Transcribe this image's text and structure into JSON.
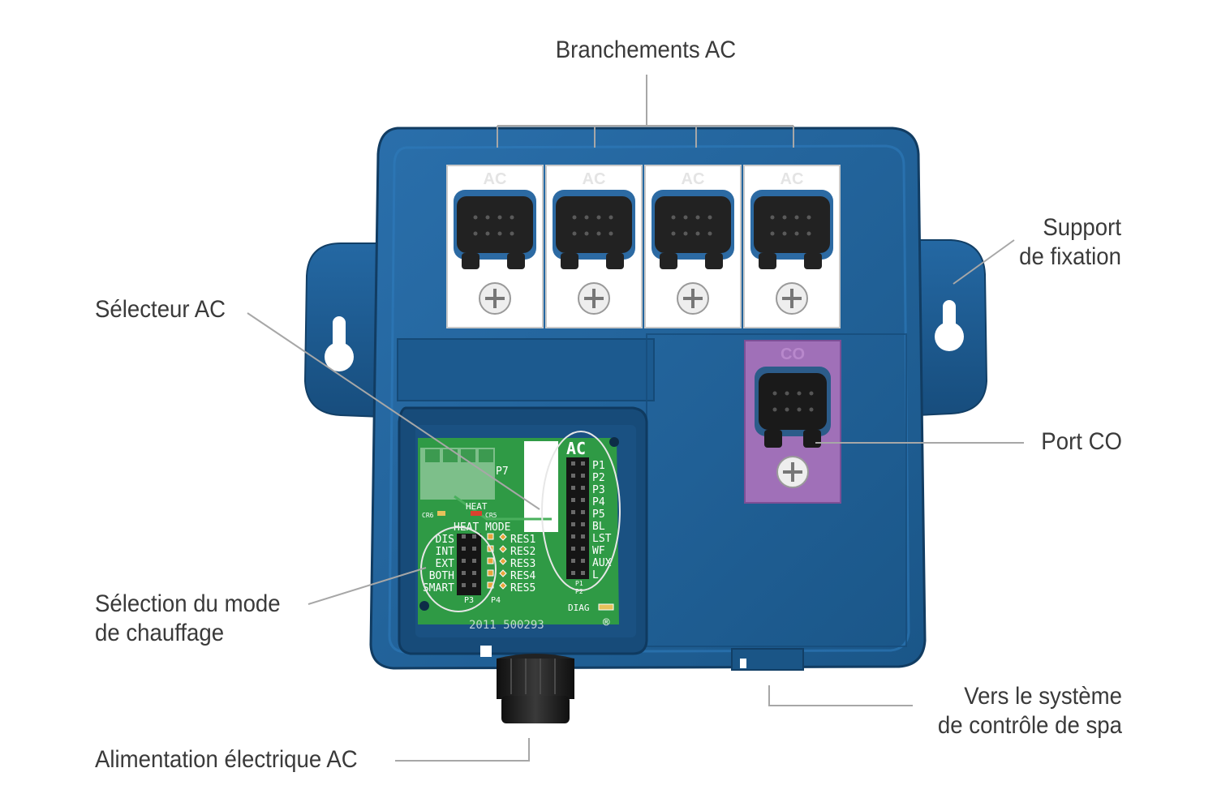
{
  "callouts": {
    "branchements_ac": "Branchements AC",
    "support_line1": "Support",
    "support_line2": "de fixation",
    "selecteur_ac": "Sélecteur AC",
    "port_co": "Port CO",
    "selection_line1": "Sélection du mode",
    "selection_line2": "de chauffage",
    "vers_line1": "Vers le système",
    "vers_line2": "de contrôle de spa",
    "alimentation": "Alimentation électrique AC"
  },
  "device": {
    "ac_port_label": "AC",
    "co_port_label": "CO",
    "pcb": {
      "connector_label": "P7",
      "ac_header_title": "AC",
      "ac_pins": [
        "P1",
        "P2",
        "P3",
        "P4",
        "P5",
        "BL",
        "LST",
        "WF",
        "AUX",
        "L"
      ],
      "ac_header_bottom_a": "P1",
      "ac_header_bottom_b": "P2",
      "led_cr6": "CR6",
      "led_cr5": "CR5",
      "heat_label": "HEAT",
      "heat_mode_title": "HEAT MODE",
      "heat_modes": [
        "DIS",
        "INT",
        "EXT",
        "BOTH",
        "SMART"
      ],
      "res_labels": [
        "RES1",
        "RES2",
        "RES3",
        "RES4",
        "RES5"
      ],
      "p3_label": "P3",
      "p4_label": "P4",
      "diag_label": "DIAG",
      "registered_mark": "®",
      "part_number": "2011 500293"
    }
  },
  "colors": {
    "housing": "#1f5f96",
    "housing_dark": "#164a78",
    "port_panel": "#ffffff",
    "co_panel": "#a070b8",
    "pcb": "#2f9a45",
    "leader_lines": "#a7a7a7",
    "label_text": "#3a3a3a"
  }
}
